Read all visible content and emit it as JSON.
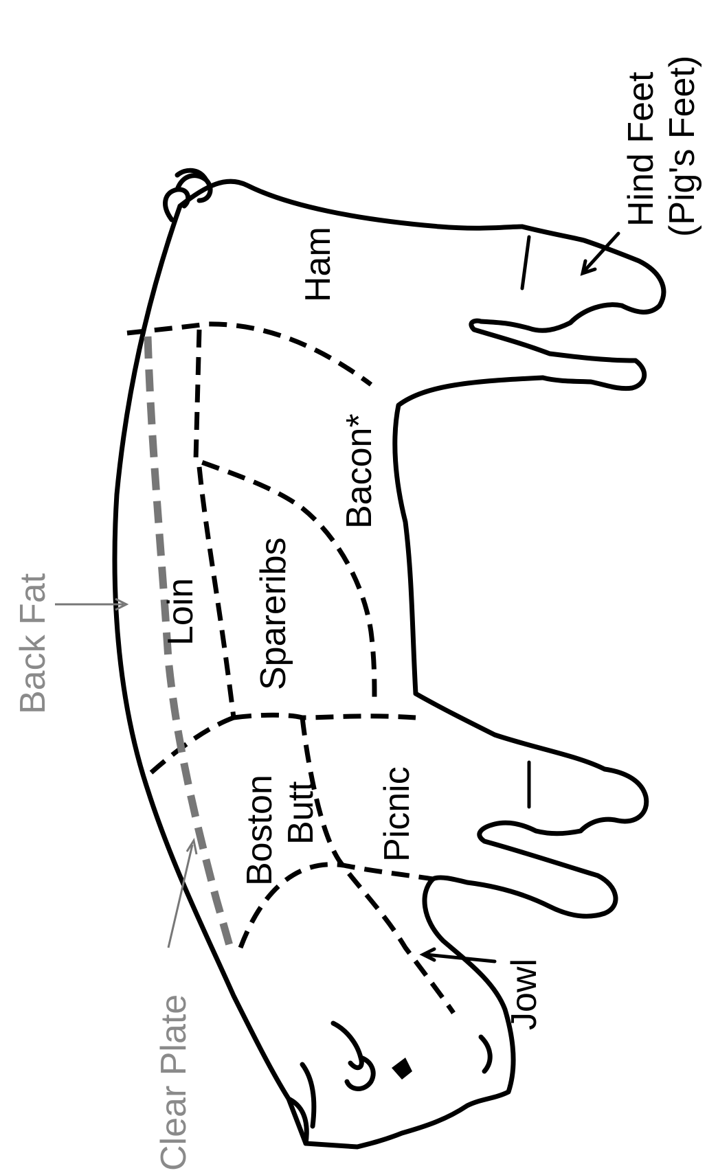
{
  "diagram": {
    "labels": {
      "ham": "Ham",
      "hind_feet_line1": "Hind Feet",
      "hind_feet_line2": "(Pig's Feet)",
      "bacon": "Bacon*",
      "spareribs": "Spareribs",
      "loin": "Loin",
      "back_fat": "Back Fat",
      "boston_butt_line1": "Boston",
      "boston_butt_line2": "Butt",
      "picnic": "Picnic",
      "jowl": "Jowl",
      "clear_plate": "Clear Plate"
    },
    "colors": {
      "outline": "#000000",
      "callout_gray": "#8a8a8a"
    }
  }
}
